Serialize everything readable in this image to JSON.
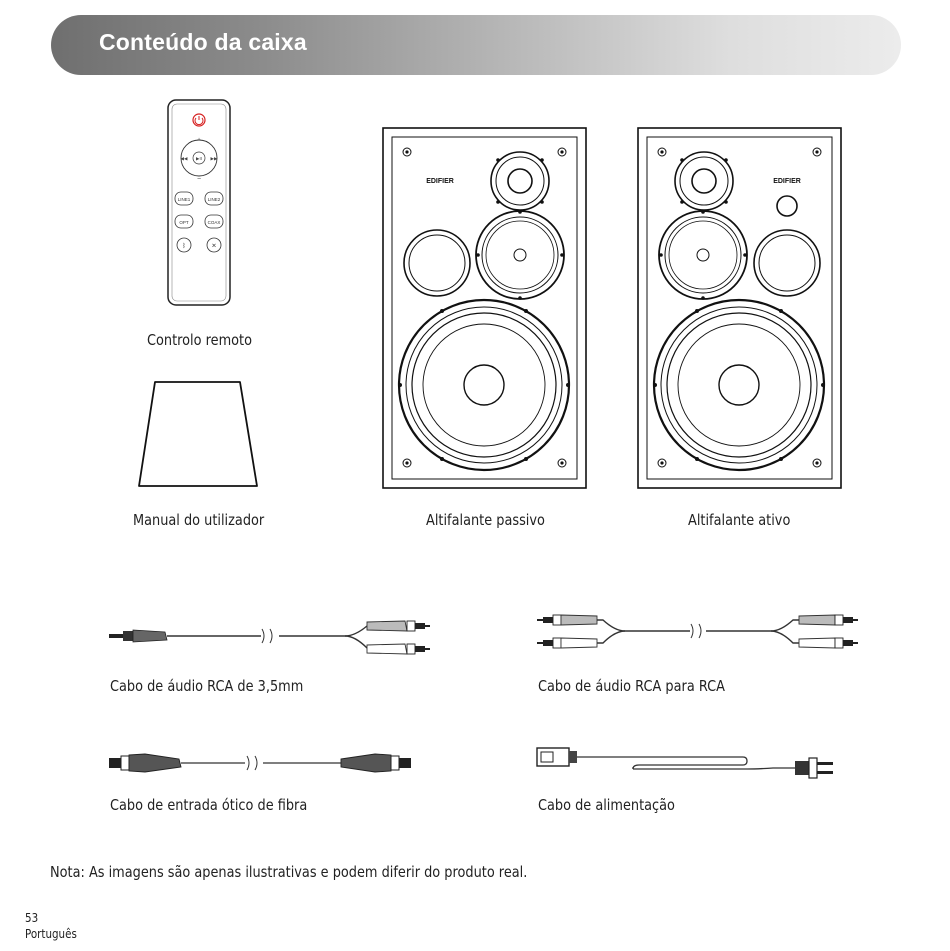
{
  "header": {
    "title": "Conteúdo da caixa"
  },
  "items": {
    "remote": {
      "label": "Controlo remoto",
      "buttons": [
        "LINE1",
        "LINE2",
        "OPT",
        "COAX"
      ]
    },
    "manual": {
      "label": "Manual do utilizador"
    },
    "passive_speaker": {
      "label": "Altifalante passivo",
      "brand": "EDIFIER"
    },
    "active_speaker": {
      "label": "Altifalante ativo",
      "brand": "EDIFIER"
    },
    "cable_35_rca": {
      "label": "Cabo de áudio RCA de 3,5mm"
    },
    "cable_rca_rca": {
      "label": "Cabo de áudio RCA para RCA"
    },
    "cable_optical": {
      "label": "Cabo de entrada ótico de fibra"
    },
    "cable_power": {
      "label": "Cabo de alimentação"
    }
  },
  "note": "Nota: As imagens são apenas ilustrativas e podem diferir do produto real.",
  "footer": {
    "page_number": "53",
    "language": "Português"
  },
  "colors": {
    "header_dark": "#6f6f6f",
    "header_light": "#ececec",
    "power_red": "#d62020"
  },
  "icons": [
    "remote-control-icon",
    "manual-icon",
    "speaker-icon",
    "cable-icon",
    "power-plug-icon"
  ]
}
